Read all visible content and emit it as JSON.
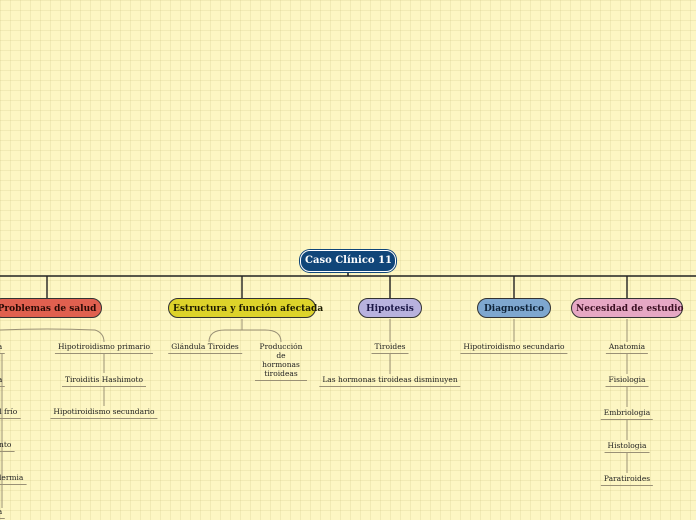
{
  "root": {
    "label": "Caso Clínico 11"
  },
  "branches": [
    {
      "label": "Problemas de salud",
      "color": "#e0604f",
      "left_column": [
        "a",
        "a",
        "al frío",
        "ento",
        "dermia",
        "a"
      ],
      "right_column": [
        "Hipotiroidismo primario",
        "Tiroiditis Hashimoto",
        "Hipotiroidismo secundario"
      ]
    },
    {
      "label": "Estructura y función afectada",
      "color": "#ddd32a",
      "items": [
        "Glándula Tiroides",
        "Producción de hormonas tiroideas"
      ]
    },
    {
      "label": "Hipotesis",
      "color": "#b8b2de",
      "items": [
        "Tiroides",
        "Las hormonas tiroideas disminuyen"
      ]
    },
    {
      "label": "Diagnostico",
      "color": "#7ea7cf",
      "items": [
        "Hipotiroidismo secundario"
      ]
    },
    {
      "label": "Necesidad de estudio",
      "color": "#e6a8c4",
      "items": [
        "Anatomia",
        "Fisiologia",
        "Embriologia",
        "Histologia",
        "Paratiroides"
      ]
    }
  ],
  "colors": {
    "root": "#104679",
    "background": "#fdf6c3",
    "lines": "#222222"
  }
}
